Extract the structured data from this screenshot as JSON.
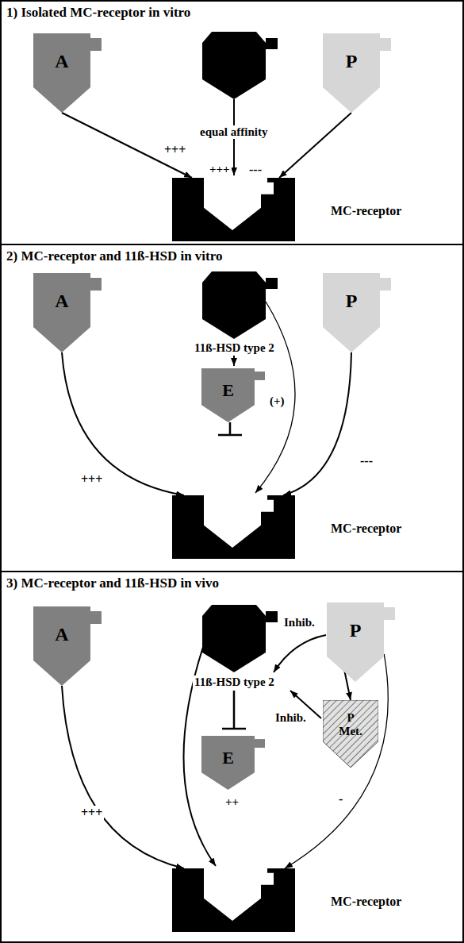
{
  "diagram": {
    "nodes": [
      {
        "text": [
          "1) Isolated MC-receptor in vitro"
        ]
      },
      {
        "text": [
          "A"
        ],
        "in": 0
      },
      {
        "text": [
          "P"
        ],
        "in": 0
      },
      {
        "text": [
          "MC-receptor"
        ],
        "in": 0
      },
      {
        "text": [
          "2) MC-receptor and 11ß-HSD in vitro"
        ]
      },
      {
        "text": [
          "A"
        ],
        "in": 4
      },
      {
        "text": [
          "E"
        ],
        "in": 4
      },
      {
        "text": [
          "P"
        ],
        "in": 4
      },
      {
        "text": [
          "MC-receptor"
        ],
        "in": 4
      },
      {
        "text": [
          "3) MC-receptor and 11ß-HSD in vivo"
        ]
      },
      {
        "text": [
          "A"
        ],
        "in": 9
      },
      {
        "text": [
          "E"
        ],
        "in": 9
      },
      {
        "text": [
          "P"
        ],
        "in": 9
      },
      {
        "text": [
          "P Met."
        ],
        "in": 9
      },
      {
        "text": [
          "MC-receptor"
        ],
        "in": 9
      }
    ],
    "edges": [
      {
        "from": 1,
        "to": 3,
        "arrow": "to",
        "label": "+++"
      },
      {
        "from": 2,
        "to": 3,
        "arrow": "to",
        "label": "---"
      },
      {
        "from": 5,
        "to": 8,
        "arrow": "to",
        "label": "+++"
      },
      {
        "from": 7,
        "to": 8,
        "arrow": "to",
        "label": "---"
      },
      {
        "from": 6,
        "to": 8,
        "arrow": "to"
      },
      {
        "from": 10,
        "to": 14,
        "arrow": "to",
        "label": "+++"
      },
      {
        "from": 12,
        "to": 13,
        "arrow": "to"
      },
      {
        "from": 12,
        "to": 14,
        "arrow": "to",
        "label": "-"
      }
    ],
    "labels": [
      "equal affinity",
      "+++",
      "11ß-HSD type 2",
      "(+)",
      "Inhib.",
      "11ß-HSD type 2",
      "Inhib.",
      "++"
    ]
  }
}
